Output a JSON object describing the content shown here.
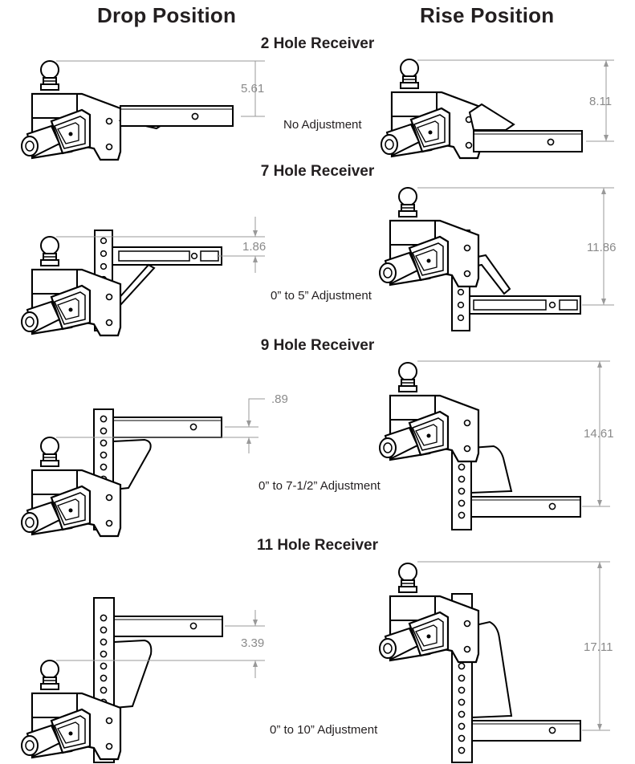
{
  "headers": {
    "drop": "Drop Position",
    "rise": "Rise Position"
  },
  "sections": [
    {
      "title": "2 Hole Receiver",
      "adjustment": "No Adjustment",
      "drop_dim": "5.61",
      "rise_dim": "8.11"
    },
    {
      "title": "7 Hole Receiver",
      "adjustment": "0” to 5” Adjustment",
      "drop_dim": "1.86",
      "rise_dim": "11.86"
    },
    {
      "title": "9 Hole Receiver",
      "adjustment": "0” to 7-1/2” Adjustment",
      "drop_dim": ".89",
      "rise_dim": "14.61"
    },
    {
      "title": "11 Hole Receiver",
      "adjustment": "0” to 10” Adjustment",
      "drop_dim": "3.39",
      "rise_dim": "17.11"
    }
  ]
}
